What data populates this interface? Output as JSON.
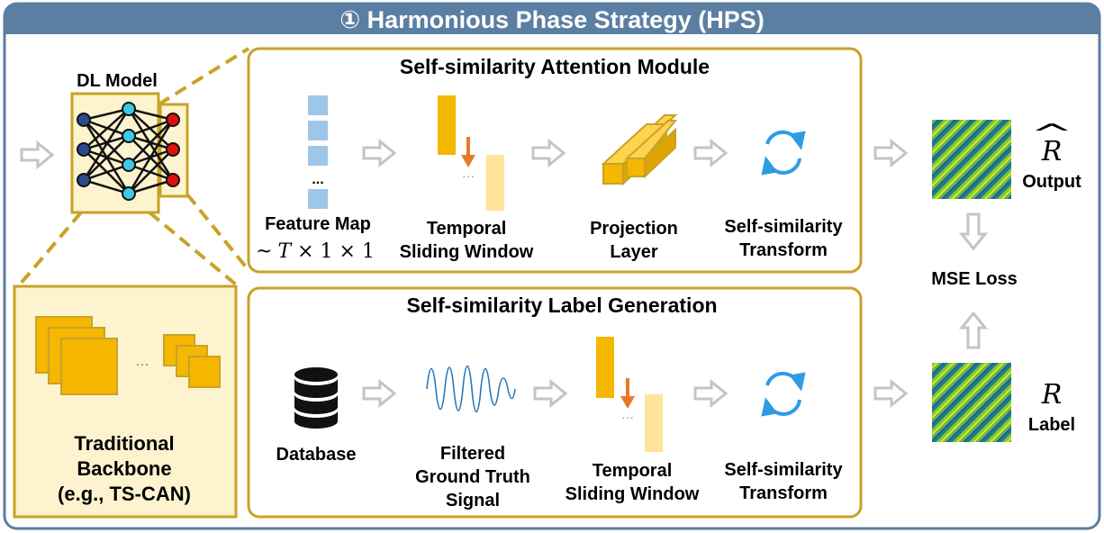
{
  "title": "① Harmonious Phase Strategy (HPS)",
  "dl_model": {
    "label": "DL Model"
  },
  "backbone": {
    "line1": "Traditional",
    "line2": "Backbone",
    "line3": "(e.g., TS-CAN)",
    "dots": "..."
  },
  "attention_module": {
    "title": "Self-similarity Attention Module",
    "feature_map": {
      "line1": "Feature Map",
      "math_prefix": "~",
      "math_T": "T",
      "math_rest": " × 1 × 1",
      "dots": "..."
    },
    "sliding_window": {
      "line1": "Temporal",
      "line2": "Sliding Window"
    },
    "projection": {
      "line1": "Projection",
      "line2": "Layer"
    },
    "transform": {
      "line1": "Self-similarity",
      "line2": "Transform"
    }
  },
  "label_generation": {
    "title": "Self-similarity Label Generation",
    "database": {
      "label": "Database"
    },
    "signal": {
      "line1": "Filtered",
      "line2": "Ground Truth",
      "line3": "Signal"
    },
    "sliding_window": {
      "line1": "Temporal",
      "line2": "Sliding Window"
    },
    "transform": {
      "line1": "Self-similarity",
      "line2": "Transform"
    }
  },
  "output": {
    "symbol": "R",
    "hat": "^",
    "label": "Output"
  },
  "label": {
    "symbol": "R",
    "label": "Label"
  },
  "loss": {
    "label": "MSE Loss"
  },
  "colors": {
    "frame": "#5b7fa3",
    "panel_border": "#c9a227",
    "panel_fill": "#fdf3cf",
    "accent_orange": "#f5b700",
    "light_orange": "#ffe49a",
    "feature_blue": "#9ec6e8",
    "arrow_gray": "#c8c8c8",
    "cycle_blue": "#2e9be6",
    "down_arrow": "#e8792c"
  }
}
